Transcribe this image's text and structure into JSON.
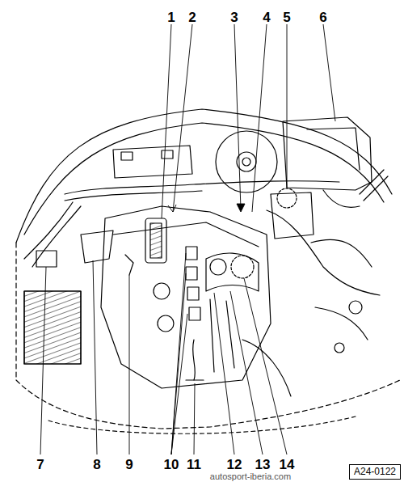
{
  "diagram": {
    "nodes": [
      {
        "text": [
          "A24-0122"
        ]
      }
    ],
    "labels": [
      "1",
      "2",
      "3",
      "4",
      "5",
      "6",
      "7",
      "8",
      "9",
      "10",
      "11",
      "12",
      "13",
      "14",
      "autosport-iberia.com"
    ]
  }
}
